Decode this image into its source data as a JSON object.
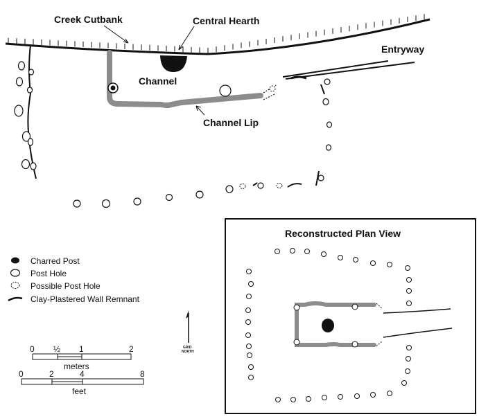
{
  "labels": {
    "creek_cutbank": "Creek Cutbank",
    "central_hearth": "Central Hearth",
    "entryway": "Entryway",
    "channel": "Channel",
    "channel_lip": "Channel Lip"
  },
  "inset": {
    "title": "Reconstructed Plan View"
  },
  "legend": {
    "items": [
      {
        "symbol": "charred-post",
        "label": "Charred Post"
      },
      {
        "symbol": "post-hole",
        "label": "Post Hole"
      },
      {
        "symbol": "possible-post-hole",
        "label": "Possible Post Hole"
      },
      {
        "symbol": "wall-remnant",
        "label": "Clay-Plastered Wall Remnant"
      }
    ]
  },
  "north_arrow": {
    "line1": "GRID",
    "line2": "NORTH"
  },
  "scale_meters": {
    "ticks": [
      "0",
      "½",
      "1",
      "2"
    ],
    "unit": "meters"
  },
  "scale_feet": {
    "ticks": [
      "0",
      "2",
      "4",
      "8"
    ],
    "unit": "feet"
  },
  "colors": {
    "channel_gray": "#8c8c8c",
    "ink": "#111111"
  }
}
